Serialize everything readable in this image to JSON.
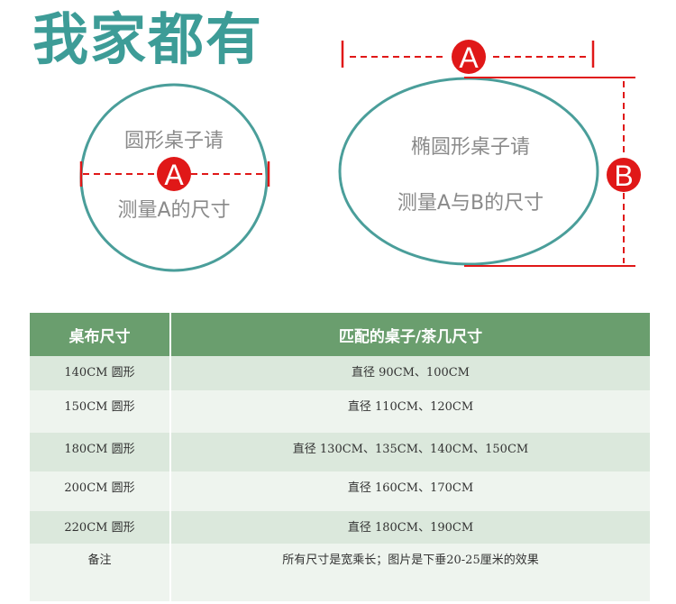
{
  "title": "我家都有",
  "round_table": {
    "line1": "圆形桌子请",
    "line2": "测量A的尺寸",
    "badge": "A"
  },
  "oval_table": {
    "line1": "椭圆形桌子请",
    "line2": "测量A与B的尺寸",
    "badge_a": "A",
    "badge_b": "B"
  },
  "colors": {
    "title": "#3d9c97",
    "outline": "#4a9e9a",
    "accent_red": "#e01818",
    "table_header": "#6a9e6e"
  },
  "size_table": {
    "headers": [
      "桌布尺寸",
      "匹配的桌子/茶几尺寸"
    ],
    "rows": [
      [
        "140CM 圆形",
        "直径 90CM、100CM"
      ],
      [
        "150CM 圆形",
        "直径 110CM、120CM"
      ],
      [
        "180CM 圆形",
        "直径 130CM、135CM、140CM、150CM"
      ],
      [
        "200CM 圆形",
        "直径 160CM、170CM"
      ],
      [
        "220CM 圆形",
        "直径 180CM、190CM"
      ],
      [
        "备注",
        "所有尺寸是宽乘长；图片是下垂20-25厘米的效果"
      ]
    ]
  }
}
